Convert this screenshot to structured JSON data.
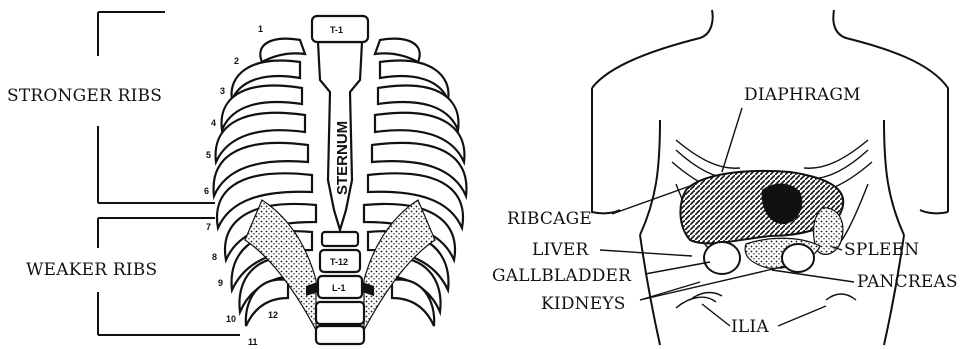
{
  "left_figure": {
    "group_labels": {
      "stronger": "STRONGER RIBS",
      "weaker": "WEAKER RIBS"
    },
    "sternum_label": "STERNUM",
    "vertebra_labels": {
      "top": "T-1",
      "t12": "T-12",
      "l1": "L-1"
    },
    "rib_numbers": [
      "1",
      "2",
      "3",
      "4",
      "5",
      "6",
      "7",
      "8",
      "9",
      "10",
      "11",
      "12"
    ]
  },
  "right_figure": {
    "labels": {
      "diaphragm": "DIAPHRAGM",
      "ribcage": "RIBCAGE",
      "liver": "LIVER",
      "spleen": "SPLEEN",
      "gallbladder": "GALLBLADDER",
      "pancreas": "PANCREAS",
      "kidneys": "KIDNEYS",
      "ilia": "ILIA"
    }
  }
}
